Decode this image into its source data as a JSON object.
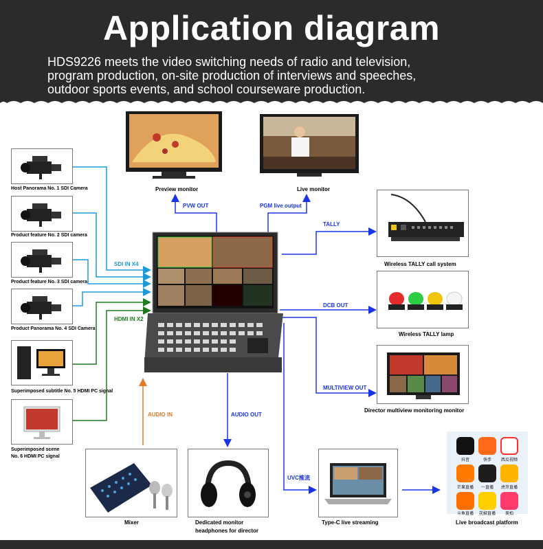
{
  "header": {
    "title": "Application diagram",
    "description_lines": [
      "HDS9226 meets the video switching needs of radio and television,",
      "program production, on-site production of interviews and speeches,",
      "outdoor sports events, and school courseware production."
    ]
  },
  "sources": [
    {
      "label": "Host Panorama No. 1 SDI Camera"
    },
    {
      "label": "Product feature No. 2 SDI camera"
    },
    {
      "label": "Product feature No. 3 SDI camera"
    },
    {
      "label": "Product Panorama No. 4 SDI Camera"
    },
    {
      "label": "Superimposed subtitle No. 5 HDMI PC signal"
    },
    {
      "label_line1": "Superimposed scene",
      "label_line2": "No. 6 HDMI PC signal"
    }
  ],
  "inputs": {
    "sdi": "SDI IN X4",
    "hdmi": "HDMI IN X2"
  },
  "monitors": {
    "preview": "Preview monitor",
    "live": "Live monitor"
  },
  "outputs": {
    "pvw": "PVW OUT",
    "pgm": "PGM live output",
    "tally": "TALLY",
    "dcb": "DCB OUT",
    "multiview": "MULTIVIEW  OUT",
    "audio_in": "AUDIO  IN",
    "audio_out": "AUDIO  OUT",
    "uvc": "UVC推流"
  },
  "devices": {
    "tally_call": "Wireless TALLY call system",
    "tally_lamp": "Wireless TALLY lamp",
    "director_monitor": "Director multiview  monitoring monitor",
    "mixer": "Mixer",
    "headphones_line1": "Dedicated monitor",
    "headphones_line2": "headphones for director",
    "streaming": "Type-C  live streaming",
    "platform": "Live broadcast platform"
  },
  "apps": [
    {
      "name": "抖音",
      "color": "#111111"
    },
    {
      "name": "快手",
      "color": "#ff6a1a"
    },
    {
      "name": "西瓜视频",
      "color": "#ff2d2d"
    },
    {
      "name": "芒果直播",
      "color": "#ff7a00"
    },
    {
      "name": "一直播",
      "color": "#1d1d1d"
    },
    {
      "name": "虎牙直播",
      "color": "#ffb400"
    },
    {
      "name": "斗鱼直播",
      "color": "#ff6f00"
    },
    {
      "name": "花椒直播",
      "color": "#ffcf00"
    },
    {
      "name": "美拍",
      "color": "#ff3b6b"
    }
  ],
  "colors": {
    "header_bg": "#2b2b2b",
    "line_blue": "#1a35e6",
    "line_cyan": "#1a9ad8",
    "line_green": "#1f7a1f",
    "line_orange": "#e07a2a"
  }
}
